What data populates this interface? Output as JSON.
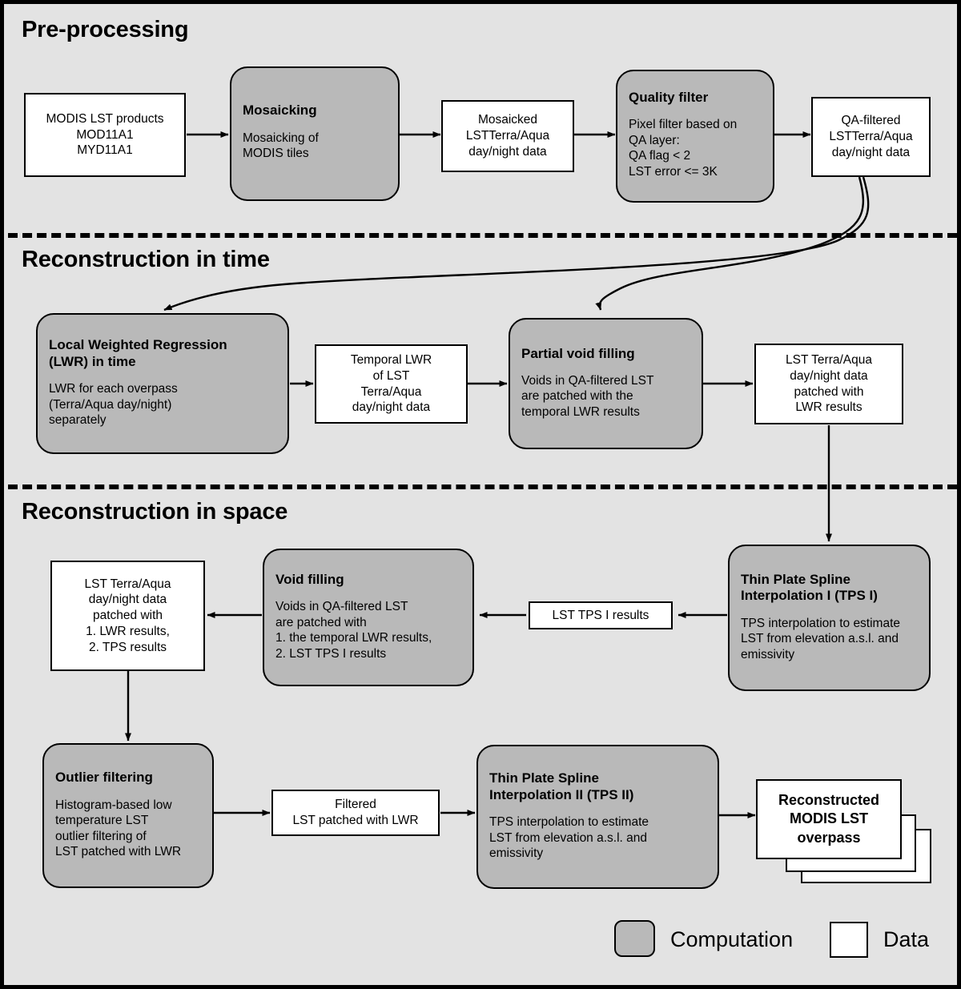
{
  "diagram": {
    "title_sections": [
      {
        "id": "pre-processing",
        "label": "Pre-processing"
      },
      {
        "id": "reconstruction-in-time",
        "label": "Reconstruction in time"
      },
      {
        "id": "reconstruction-in-space",
        "label": "Reconstruction in space"
      }
    ],
    "colors": {
      "background": "#e3e3e3",
      "computation_fill": "#b9b9b9",
      "data_fill": "#ffffff",
      "stroke": "#000000"
    },
    "nodes": {
      "modis_products": {
        "kind": "data",
        "lines": [
          "MODIS LST products",
          "MOD11A1",
          "MYD11A1"
        ]
      },
      "mosaicking": {
        "kind": "computation",
        "title": "Mosaicking",
        "lines": [
          "Mosaicking of",
          "MODIS tiles"
        ]
      },
      "mosaicked_data": {
        "kind": "data",
        "lines": [
          "Mosaicked",
          "LSTTerra/Aqua",
          "day/night data"
        ]
      },
      "quality_filter": {
        "kind": "computation",
        "title": "Quality filter",
        "lines": [
          "Pixel filter based on",
          "QA layer:",
          "QA flag < 2",
          "LST error <= 3K"
        ]
      },
      "qa_filtered_data": {
        "kind": "data",
        "lines": [
          "QA-filtered",
          "LSTTerra/Aqua",
          "day/night data"
        ]
      },
      "lwr_time": {
        "kind": "computation",
        "title_lines": [
          "Local Weighted Regression",
          "(LWR) in time"
        ],
        "lines": [
          "LWR for each overpass",
          "(Terra/Aqua day/night)",
          "separately"
        ]
      },
      "temporal_lwr_data": {
        "kind": "data",
        "lines": [
          "Temporal LWR",
          "of LST",
          "Terra/Aqua",
          "day/night data"
        ]
      },
      "partial_void_filling": {
        "kind": "computation",
        "title": "Partial void filling",
        "lines": [
          "Voids in QA-filtered LST",
          "are patched with the",
          "temporal LWR results"
        ]
      },
      "lst_patched_lwr_data": {
        "kind": "data",
        "lines": [
          "LST Terra/Aqua",
          "day/night data",
          "patched with",
          "LWR results"
        ]
      },
      "tps_one": {
        "kind": "computation",
        "title_lines": [
          "Thin Plate Spline",
          "Interpolation I (TPS I)"
        ],
        "lines": [
          "TPS interpolation to estimate",
          "LST from elevation a.s.l. and",
          "emissivity"
        ]
      },
      "lst_tps_one_results": {
        "kind": "data",
        "lines": [
          "LST TPS I results"
        ]
      },
      "void_filling": {
        "kind": "computation",
        "title": "Void filling",
        "lines": [
          "Voids in QA-filtered LST",
          "are patched with",
          "1. the temporal LWR results,",
          "2. LST TPS I results"
        ]
      },
      "lst_patched_lwr_tps_data": {
        "kind": "data",
        "lines": [
          "LST Terra/Aqua",
          "day/night data",
          "patched with",
          "1. LWR results,",
          "2. TPS results"
        ]
      },
      "outlier_filtering": {
        "kind": "computation",
        "title": "Outlier filtering",
        "lines": [
          "Histogram-based low",
          "temperature LST",
          "outlier filtering of",
          "LST patched with LWR"
        ]
      },
      "filtered_lst_data": {
        "kind": "data",
        "lines": [
          "Filtered",
          "LST patched with LWR"
        ]
      },
      "tps_two": {
        "kind": "computation",
        "title_lines": [
          "Thin Plate Spline",
          "Interpolation II (TPS II)"
        ],
        "lines": [
          "TPS interpolation to estimate",
          "LST from elevation a.s.l. and",
          "emissivity"
        ]
      },
      "reconstructed_output": {
        "kind": "data-stack",
        "lines": [
          "Reconstructed",
          "MODIS LST",
          "overpass"
        ]
      }
    },
    "legend": {
      "computation_label": "Computation",
      "data_label": "Data"
    }
  }
}
